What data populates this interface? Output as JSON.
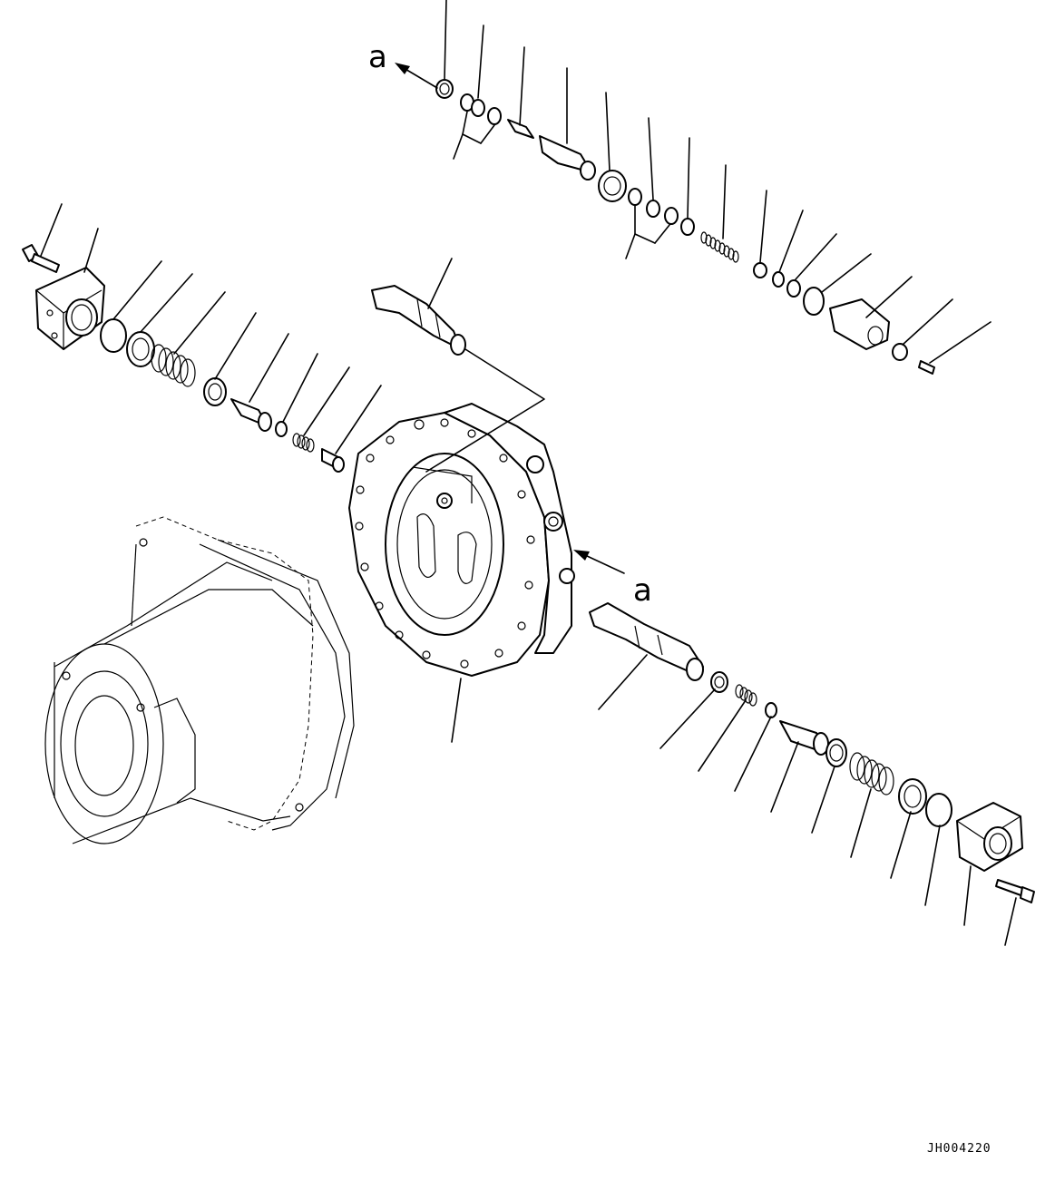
{
  "diagram": {
    "view_arrow_label_top": "a",
    "view_arrow_label_right": "a",
    "drawing_code": "JH004220"
  }
}
